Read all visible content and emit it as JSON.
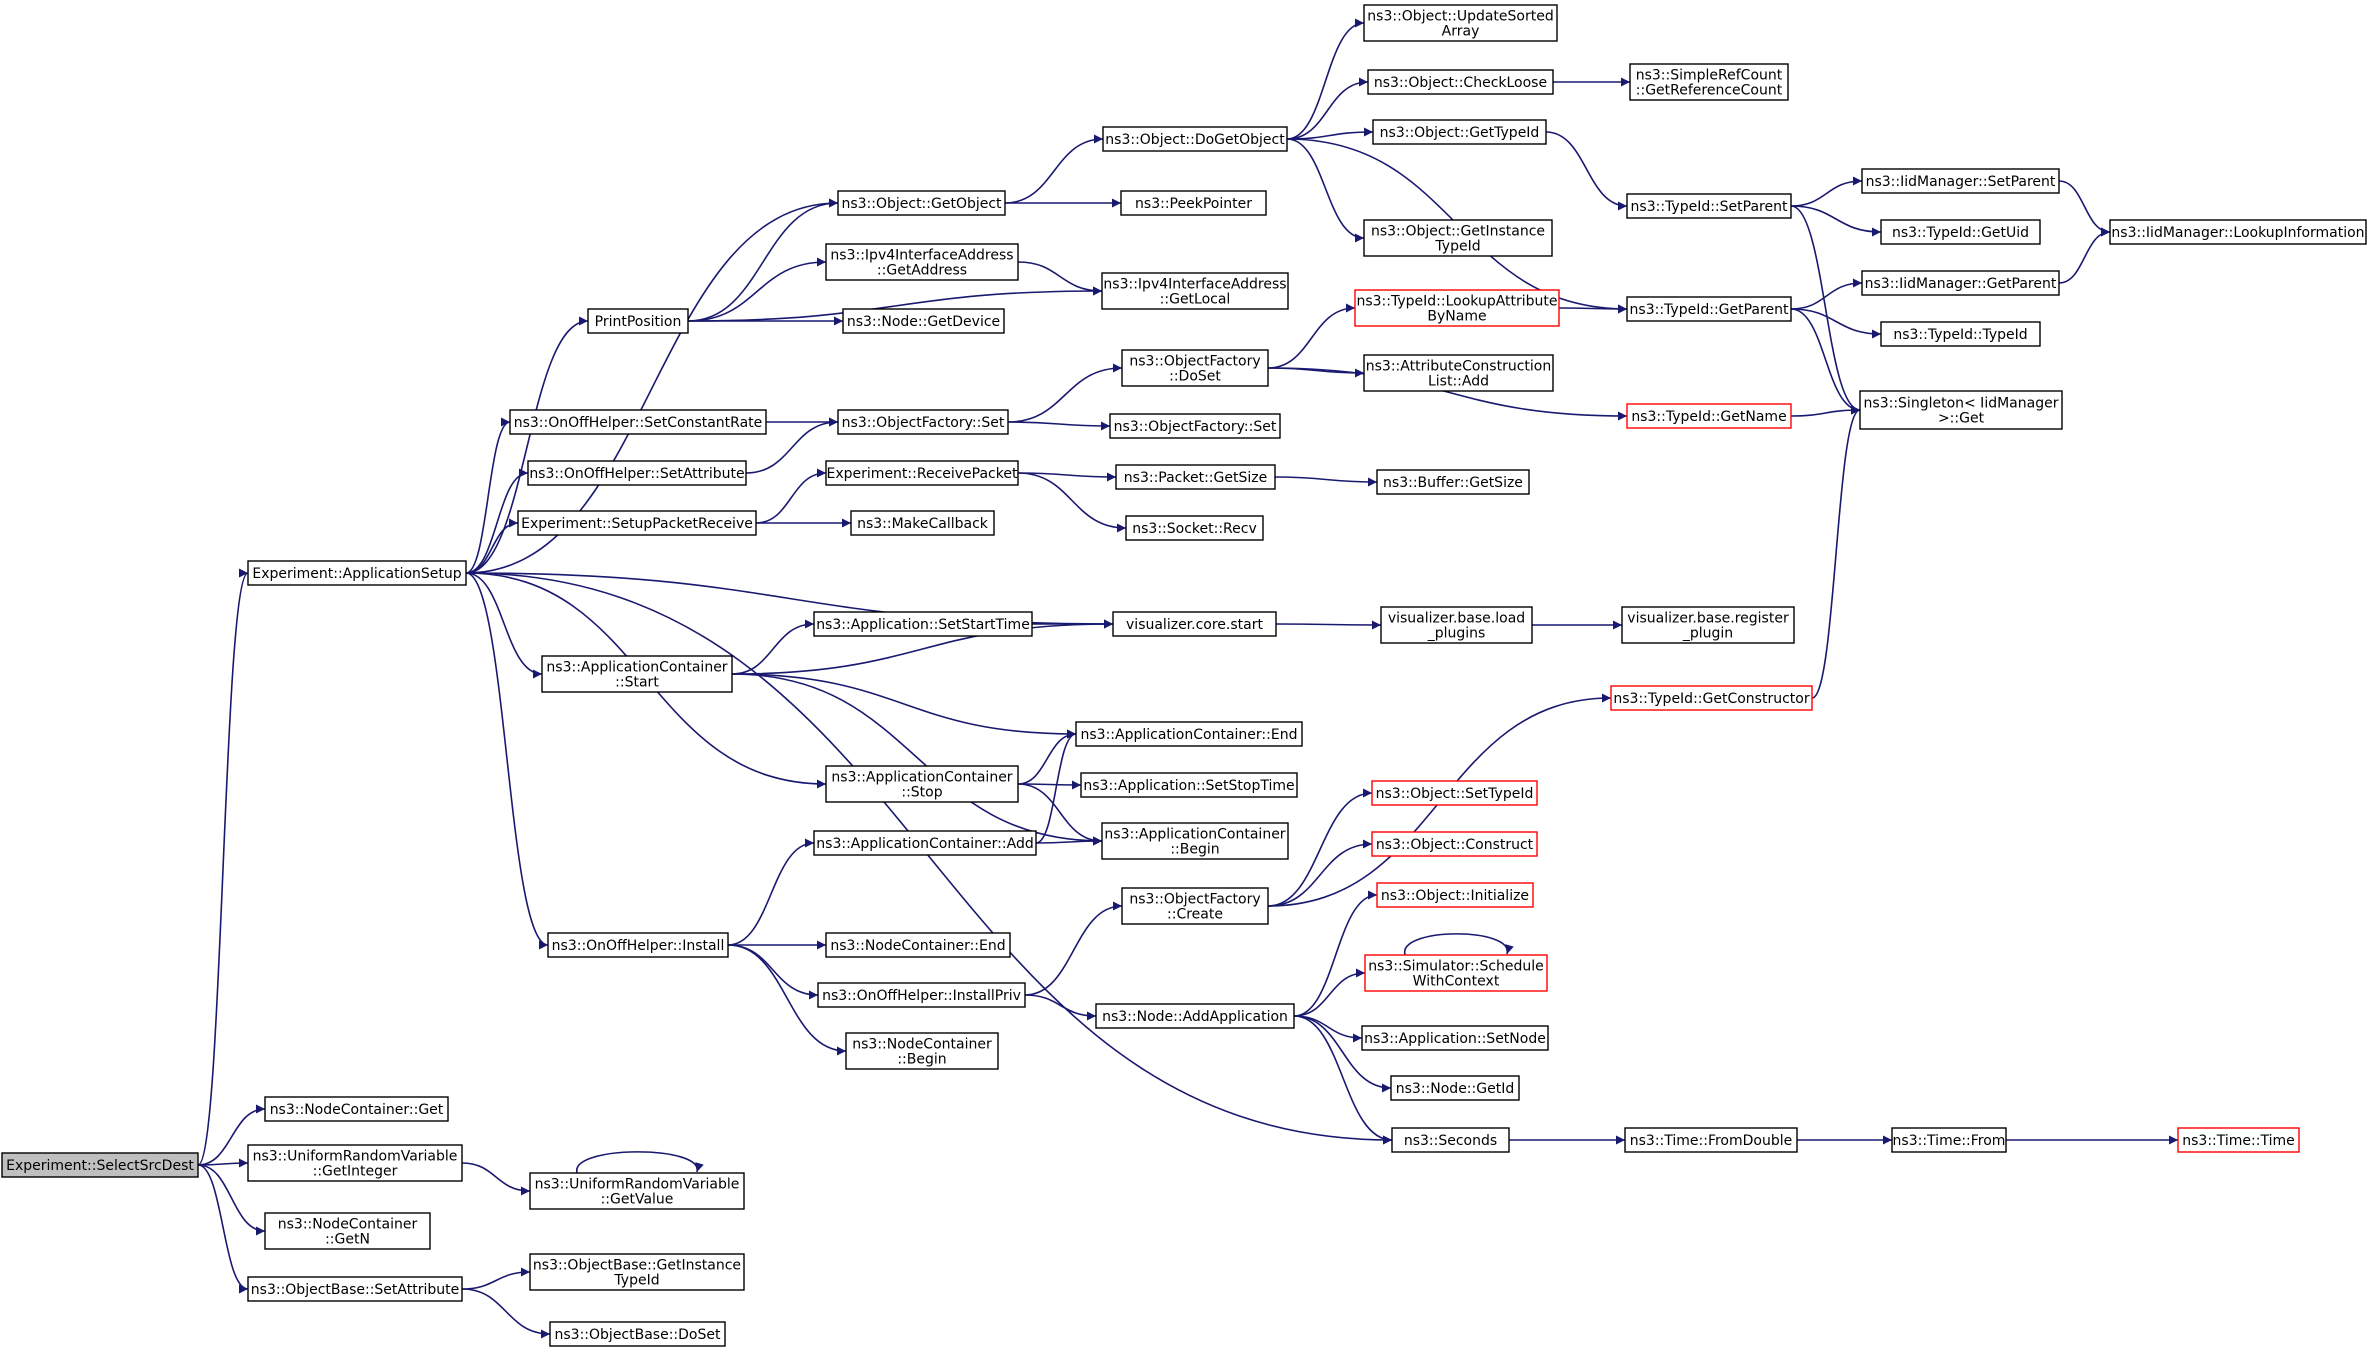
{
  "colors": {
    "edge": "#191970",
    "node_border": "#000000",
    "red_border": "#ff0000",
    "root_fill": "#bfbfbf",
    "background": "#ffffff"
  },
  "nodes": [
    {
      "id": "selectsrcdest",
      "lines": [
        "Experiment::SelectSrcDest"
      ],
      "style": "root"
    },
    {
      "id": "appsetup",
      "lines": [
        "Experiment::ApplicationSetup"
      ],
      "style": "normal"
    },
    {
      "id": "nc_get",
      "lines": [
        "ns3::NodeContainer::Get"
      ],
      "style": "normal"
    },
    {
      "id": "urv_getinteger",
      "lines": [
        "ns3::UniformRandomVariable",
        "::GetInteger"
      ],
      "style": "normal"
    },
    {
      "id": "nc_getn",
      "lines": [
        "ns3::NodeContainer",
        "::GetN"
      ],
      "style": "normal"
    },
    {
      "id": "ob_setattribute",
      "lines": [
        "ns3::ObjectBase::SetAttribute"
      ],
      "style": "normal"
    },
    {
      "id": "urv_getvalue",
      "lines": [
        "ns3::UniformRandomVariable",
        "::GetValue"
      ],
      "style": "normal"
    },
    {
      "id": "ob_getinstancetypeid",
      "lines": [
        "ns3::ObjectBase::GetInstance",
        "TypeId"
      ],
      "style": "normal"
    },
    {
      "id": "ob_doset",
      "lines": [
        "ns3::ObjectBase::DoSet"
      ],
      "style": "normal"
    },
    {
      "id": "printposition",
      "lines": [
        "PrintPosition"
      ],
      "style": "normal"
    },
    {
      "id": "onoff_setconstantrate",
      "lines": [
        "ns3::OnOffHelper::SetConstantRate"
      ],
      "style": "normal"
    },
    {
      "id": "onoff_setattribute",
      "lines": [
        "ns3::OnOffHelper::SetAttribute"
      ],
      "style": "normal"
    },
    {
      "id": "exp_setuppacketreceive",
      "lines": [
        "Experiment::SetupPacketReceive"
      ],
      "style": "normal"
    },
    {
      "id": "appcont_start",
      "lines": [
        "ns3::ApplicationContainer",
        "::Start"
      ],
      "style": "normal"
    },
    {
      "id": "onoff_install",
      "lines": [
        "ns3::OnOffHelper::Install"
      ],
      "style": "normal"
    },
    {
      "id": "obj_getobject",
      "lines": [
        "ns3::Object::GetObject"
      ],
      "style": "normal"
    },
    {
      "id": "ipv4_getaddress",
      "lines": [
        "ns3::Ipv4InterfaceAddress",
        "::GetAddress"
      ],
      "style": "normal"
    },
    {
      "id": "node_getdevice",
      "lines": [
        "ns3::Node::GetDevice"
      ],
      "style": "normal"
    },
    {
      "id": "of_set",
      "lines": [
        "ns3::ObjectFactory::Set"
      ],
      "style": "normal"
    },
    {
      "id": "exp_receivepacket",
      "lines": [
        "Experiment::ReceivePacket"
      ],
      "style": "normal"
    },
    {
      "id": "makecallback",
      "lines": [
        "ns3::MakeCallback"
      ],
      "style": "normal"
    },
    {
      "id": "app_setstarttime",
      "lines": [
        "ns3::Application::SetStartTime"
      ],
      "style": "normal"
    },
    {
      "id": "appcont_stop",
      "lines": [
        "ns3::ApplicationContainer",
        "::Stop"
      ],
      "style": "normal"
    },
    {
      "id": "appcont_add",
      "lines": [
        "ns3::ApplicationContainer::Add"
      ],
      "style": "normal"
    },
    {
      "id": "nc_end",
      "lines": [
        "ns3::NodeContainer::End"
      ],
      "style": "normal"
    },
    {
      "id": "onoff_installpriv",
      "lines": [
        "ns3::OnOffHelper::InstallPriv"
      ],
      "style": "normal"
    },
    {
      "id": "nc_begin",
      "lines": [
        "ns3::NodeContainer",
        "::Begin"
      ],
      "style": "normal"
    },
    {
      "id": "obj_dogetobject",
      "lines": [
        "ns3::Object::DoGetObject"
      ],
      "style": "normal"
    },
    {
      "id": "peekpointer",
      "lines": [
        "ns3::PeekPointer"
      ],
      "style": "normal"
    },
    {
      "id": "ipv4_getlocal",
      "lines": [
        "ns3::Ipv4InterfaceAddress",
        "::GetLocal"
      ],
      "style": "normal"
    },
    {
      "id": "of_doset",
      "lines": [
        "ns3::ObjectFactory",
        "::DoSet"
      ],
      "style": "normal"
    },
    {
      "id": "of_set2",
      "lines": [
        "ns3::ObjectFactory::Set"
      ],
      "style": "normal"
    },
    {
      "id": "packet_getsize",
      "lines": [
        "ns3::Packet::GetSize"
      ],
      "style": "normal"
    },
    {
      "id": "socket_recv",
      "lines": [
        "ns3::Socket::Recv"
      ],
      "style": "normal"
    },
    {
      "id": "viz_core_start",
      "lines": [
        "visualizer.core.start"
      ],
      "style": "normal"
    },
    {
      "id": "appcont_end",
      "lines": [
        "ns3::ApplicationContainer::End"
      ],
      "style": "normal"
    },
    {
      "id": "app_setstoptime",
      "lines": [
        "ns3::Application::SetStopTime"
      ],
      "style": "normal"
    },
    {
      "id": "appcont_begin",
      "lines": [
        "ns3::ApplicationContainer",
        "::Begin"
      ],
      "style": "normal"
    },
    {
      "id": "of_create",
      "lines": [
        "ns3::ObjectFactory",
        "::Create"
      ],
      "style": "normal"
    },
    {
      "id": "node_addapplication",
      "lines": [
        "ns3::Node::AddApplication"
      ],
      "style": "normal"
    },
    {
      "id": "seconds",
      "lines": [
        "ns3::Seconds"
      ],
      "style": "normal"
    },
    {
      "id": "obj_updatesortedarray",
      "lines": [
        "ns3::Object::UpdateSorted",
        "Array"
      ],
      "style": "normal"
    },
    {
      "id": "obj_checkloose",
      "lines": [
        "ns3::Object::CheckLoose"
      ],
      "style": "normal"
    },
    {
      "id": "obj_gettypeid",
      "lines": [
        "ns3::Object::GetTypeId"
      ],
      "style": "normal"
    },
    {
      "id": "obj_getinstancetypeid",
      "lines": [
        "ns3::Object::GetInstance",
        "TypeId"
      ],
      "style": "normal"
    },
    {
      "id": "typeid_lookupattributebyname",
      "lines": [
        "ns3::TypeId::LookupAttribute",
        "ByName"
      ],
      "style": "red"
    },
    {
      "id": "attrconstructionlist_add",
      "lines": [
        "ns3::AttributeConstruction",
        "List::Add"
      ],
      "style": "normal"
    },
    {
      "id": "typeid_getname",
      "lines": [
        "ns3::TypeId::GetName"
      ],
      "style": "red"
    },
    {
      "id": "buffer_getsize",
      "lines": [
        "ns3::Buffer::GetSize"
      ],
      "style": "normal"
    },
    {
      "id": "viz_base_loadplugins",
      "lines": [
        "visualizer.base.load",
        "_plugins"
      ],
      "style": "normal"
    },
    {
      "id": "typeid_getconstructor",
      "lines": [
        "ns3::TypeId::GetConstructor"
      ],
      "style": "red"
    },
    {
      "id": "obj_settypeid",
      "lines": [
        "ns3::Object::SetTypeId"
      ],
      "style": "red"
    },
    {
      "id": "obj_construct",
      "lines": [
        "ns3::Object::Construct"
      ],
      "style": "red"
    },
    {
      "id": "obj_initialize",
      "lines": [
        "ns3::Object::Initialize"
      ],
      "style": "red"
    },
    {
      "id": "sim_schedulewithcontext",
      "lines": [
        "ns3::Simulator::Schedule",
        "WithContext"
      ],
      "style": "red"
    },
    {
      "id": "app_setnode",
      "lines": [
        "ns3::Application::SetNode"
      ],
      "style": "normal"
    },
    {
      "id": "node_getid",
      "lines": [
        "ns3::Node::GetId"
      ],
      "style": "normal"
    },
    {
      "id": "time_fromdouble",
      "lines": [
        "ns3::Time::FromDouble"
      ],
      "style": "normal"
    },
    {
      "id": "simplerefcount_getrefcount",
      "lines": [
        "ns3::SimpleRefCount",
        "::GetReferenceCount"
      ],
      "style": "normal"
    },
    {
      "id": "typeid_setparent",
      "lines": [
        "ns3::TypeId::SetParent"
      ],
      "style": "normal"
    },
    {
      "id": "typeid_getparent",
      "lines": [
        "ns3::TypeId::GetParent"
      ],
      "style": "normal"
    },
    {
      "id": "viz_base_registerplugin",
      "lines": [
        "visualizer.base.register",
        "_plugin"
      ],
      "style": "normal"
    },
    {
      "id": "time_from",
      "lines": [
        "ns3::Time::From"
      ],
      "style": "normal"
    },
    {
      "id": "iidmanager_setparent",
      "lines": [
        "ns3::IidManager::SetParent"
      ],
      "style": "normal"
    },
    {
      "id": "typeid_getuid",
      "lines": [
        "ns3::TypeId::GetUid"
      ],
      "style": "normal"
    },
    {
      "id": "iidmanager_getparent",
      "lines": [
        "ns3::IidManager::GetParent"
      ],
      "style": "normal"
    },
    {
      "id": "typeid_typeid",
      "lines": [
        "ns3::TypeId::TypeId"
      ],
      "style": "normal"
    },
    {
      "id": "singleton_get",
      "lines": [
        "ns3::Singleton< IidManager",
        " >::Get"
      ],
      "style": "normal"
    },
    {
      "id": "time_time",
      "lines": [
        "ns3::Time::Time"
      ],
      "style": "red"
    },
    {
      "id": "iidmanager_lookupinformation",
      "lines": [
        "ns3::IidManager::LookupInformation"
      ],
      "style": "normal"
    }
  ],
  "edges": [
    [
      "selectsrcdest",
      "appsetup"
    ],
    [
      "selectsrcdest",
      "nc_get"
    ],
    [
      "selectsrcdest",
      "urv_getinteger"
    ],
    [
      "selectsrcdest",
      "nc_getn"
    ],
    [
      "selectsrcdest",
      "ob_setattribute"
    ],
    [
      "urv_getinteger",
      "urv_getvalue"
    ],
    [
      "urv_getvalue",
      "urv_getvalue"
    ],
    [
      "ob_setattribute",
      "ob_getinstancetypeid"
    ],
    [
      "ob_setattribute",
      "ob_doset"
    ],
    [
      "appsetup",
      "obj_getobject"
    ],
    [
      "appsetup",
      "printposition"
    ],
    [
      "appsetup",
      "onoff_setconstantrate"
    ],
    [
      "appsetup",
      "onoff_setattribute"
    ],
    [
      "appsetup",
      "exp_setuppacketreceive"
    ],
    [
      "appsetup",
      "viz_core_start"
    ],
    [
      "appsetup",
      "appcont_start"
    ],
    [
      "appsetup",
      "appcont_stop"
    ],
    [
      "appsetup",
      "onoff_install"
    ],
    [
      "appsetup",
      "seconds"
    ],
    [
      "printposition",
      "obj_getobject"
    ],
    [
      "printposition",
      "ipv4_getaddress"
    ],
    [
      "printposition",
      "node_getdevice"
    ],
    [
      "printposition",
      "ipv4_getlocal"
    ],
    [
      "onoff_setconstantrate",
      "of_set"
    ],
    [
      "onoff_setattribute",
      "of_set"
    ],
    [
      "exp_setuppacketreceive",
      "exp_receivepacket"
    ],
    [
      "exp_setuppacketreceive",
      "makecallback"
    ],
    [
      "appcont_start",
      "app_setstarttime"
    ],
    [
      "appcont_start",
      "viz_core_start"
    ],
    [
      "appcont_start",
      "appcont_end"
    ],
    [
      "appcont_start",
      "appcont_begin"
    ],
    [
      "onoff_install",
      "nc_end"
    ],
    [
      "onoff_install",
      "onoff_installpriv"
    ],
    [
      "onoff_install",
      "nc_begin"
    ],
    [
      "onoff_install",
      "appcont_add"
    ],
    [
      "obj_getobject",
      "obj_dogetobject"
    ],
    [
      "obj_getobject",
      "peekpointer"
    ],
    [
      "ipv4_getaddress",
      "ipv4_getlocal"
    ],
    [
      "of_set",
      "of_doset"
    ],
    [
      "of_set",
      "of_set2"
    ],
    [
      "exp_receivepacket",
      "packet_getsize"
    ],
    [
      "exp_receivepacket",
      "socket_recv"
    ],
    [
      "app_setstarttime",
      "viz_core_start"
    ],
    [
      "appcont_stop",
      "appcont_end"
    ],
    [
      "appcont_stop",
      "app_setstoptime"
    ],
    [
      "appcont_stop",
      "appcont_begin"
    ],
    [
      "appcont_add",
      "appcont_end"
    ],
    [
      "appcont_add",
      "appcont_begin"
    ],
    [
      "onoff_installpriv",
      "of_create"
    ],
    [
      "onoff_installpriv",
      "node_addapplication"
    ],
    [
      "obj_dogetobject",
      "obj_updatesortedarray"
    ],
    [
      "obj_dogetobject",
      "obj_checkloose"
    ],
    [
      "obj_dogetobject",
      "obj_gettypeid"
    ],
    [
      "obj_dogetobject",
      "obj_getinstancetypeid"
    ],
    [
      "obj_dogetobject",
      "typeid_getparent"
    ],
    [
      "of_doset",
      "typeid_lookupattributebyname"
    ],
    [
      "of_doset",
      "attrconstructionlist_add"
    ],
    [
      "of_doset",
      "typeid_getname"
    ],
    [
      "packet_getsize",
      "buffer_getsize"
    ],
    [
      "viz_core_start",
      "viz_base_loadplugins"
    ],
    [
      "viz_base_loadplugins",
      "viz_base_registerplugin"
    ],
    [
      "of_create",
      "typeid_getconstructor"
    ],
    [
      "of_create",
      "obj_settypeid"
    ],
    [
      "of_create",
      "obj_construct"
    ],
    [
      "node_addapplication",
      "obj_initialize"
    ],
    [
      "node_addapplication",
      "sim_schedulewithcontext"
    ],
    [
      "node_addapplication",
      "app_setnode"
    ],
    [
      "node_addapplication",
      "node_getid"
    ],
    [
      "node_addapplication",
      "seconds"
    ],
    [
      "sim_schedulewithcontext",
      "sim_schedulewithcontext"
    ],
    [
      "seconds",
      "time_fromdouble"
    ],
    [
      "obj_checkloose",
      "simplerefcount_getrefcount"
    ],
    [
      "obj_gettypeid",
      "typeid_setparent"
    ],
    [
      "typeid_lookupattributebyname",
      "typeid_getparent"
    ],
    [
      "typeid_getname",
      "singleton_get"
    ],
    [
      "typeid_getconstructor",
      "singleton_get"
    ],
    [
      "time_fromdouble",
      "time_from"
    ],
    [
      "time_from",
      "time_time"
    ],
    [
      "typeid_setparent",
      "iidmanager_setparent"
    ],
    [
      "typeid_setparent",
      "typeid_getuid"
    ],
    [
      "typeid_setparent",
      "singleton_get"
    ],
    [
      "typeid_getparent",
      "iidmanager_getparent"
    ],
    [
      "typeid_getparent",
      "typeid_typeid"
    ],
    [
      "typeid_getparent",
      "singleton_get"
    ],
    [
      "iidmanager_setparent",
      "iidmanager_lookupinformation"
    ],
    [
      "iidmanager_getparent",
      "iidmanager_lookupinformation"
    ]
  ]
}
